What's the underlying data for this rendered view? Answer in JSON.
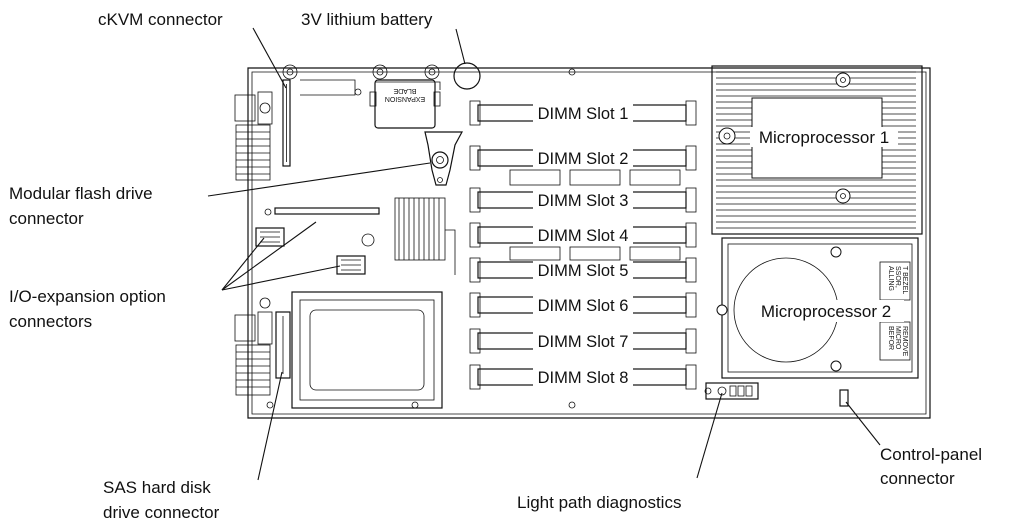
{
  "labels": {
    "ckvm": "cKVM connector",
    "battery": "3V lithium battery",
    "flash_line1": "Modular flash drive",
    "flash_line2": "connector",
    "io_line1": "I/O-expansion option",
    "io_line2": "connectors",
    "sas_line1": "SAS hard disk",
    "sas_line2": "drive connector",
    "light_path": "Light path diagnostics",
    "panel_line1": "Control-panel",
    "panel_line2": "connector"
  },
  "dimm_slots": [
    "DIMM Slot 1",
    "DIMM Slot 2",
    "DIMM Slot 3",
    "DIMM Slot 4",
    "DIMM Slot 5",
    "DIMM Slot 6",
    "DIMM Slot 7",
    "DIMM Slot 8"
  ],
  "processors": [
    "Microprocessor 1",
    "Microprocessor 2"
  ],
  "board_text": {
    "expansion": "EXPANSION",
    "blade": "BLADE",
    "warn_top": [
      "ALLING",
      "SSOR,",
      "T BEZEL"
    ],
    "warn_bottom": [
      "BEFOR",
      "MICRO",
      "REMOVE"
    ]
  }
}
